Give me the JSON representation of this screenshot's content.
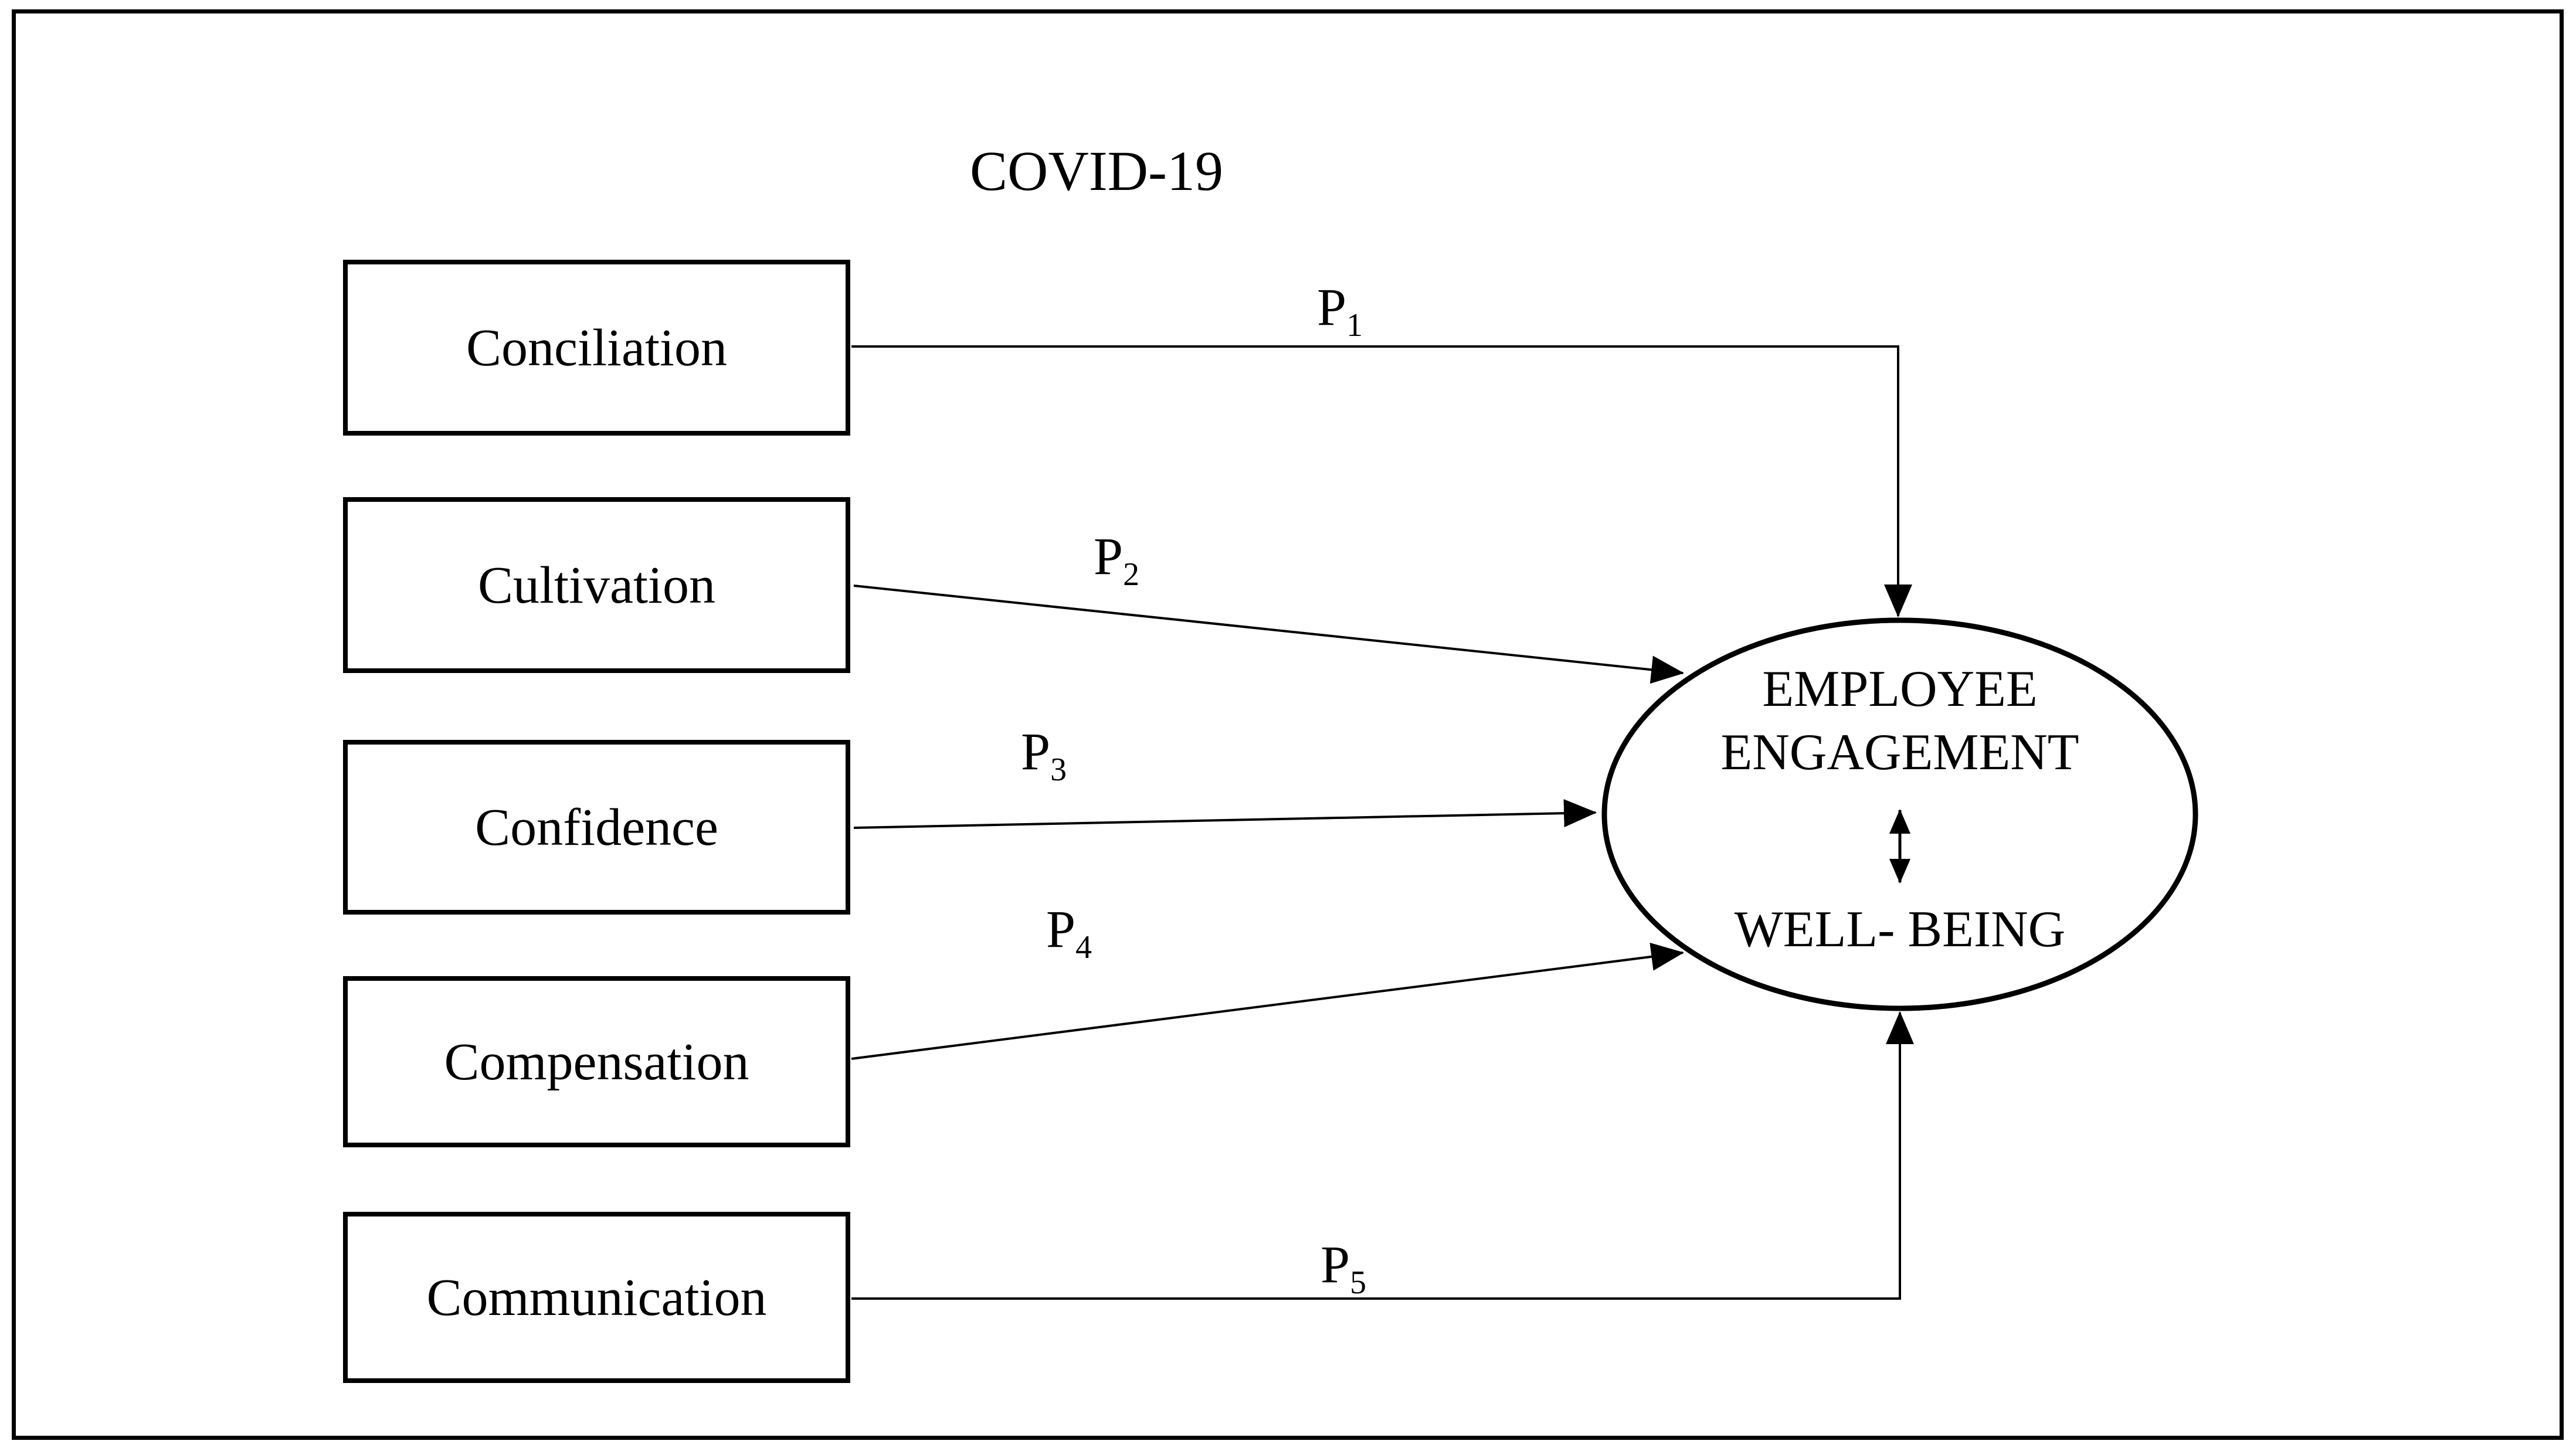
{
  "title": "COVID-19",
  "boxes": [
    {
      "label": "Conciliation"
    },
    {
      "label": "Cultivation"
    },
    {
      "label": "Confidence"
    },
    {
      "label": "Compensation"
    },
    {
      "label": "Communication"
    }
  ],
  "paths": [
    {
      "label": "P",
      "sub": "1"
    },
    {
      "label": "P",
      "sub": "2"
    },
    {
      "label": "P",
      "sub": "3"
    },
    {
      "label": "P",
      "sub": "4"
    },
    {
      "label": "P",
      "sub": "5"
    }
  ],
  "ellipse": {
    "line1": "EMPLOYEE",
    "line2": "ENGAGEMENT",
    "line3": "WELL- BEING"
  },
  "colors": {
    "ink": "#000000",
    "background": "#ffffff"
  }
}
